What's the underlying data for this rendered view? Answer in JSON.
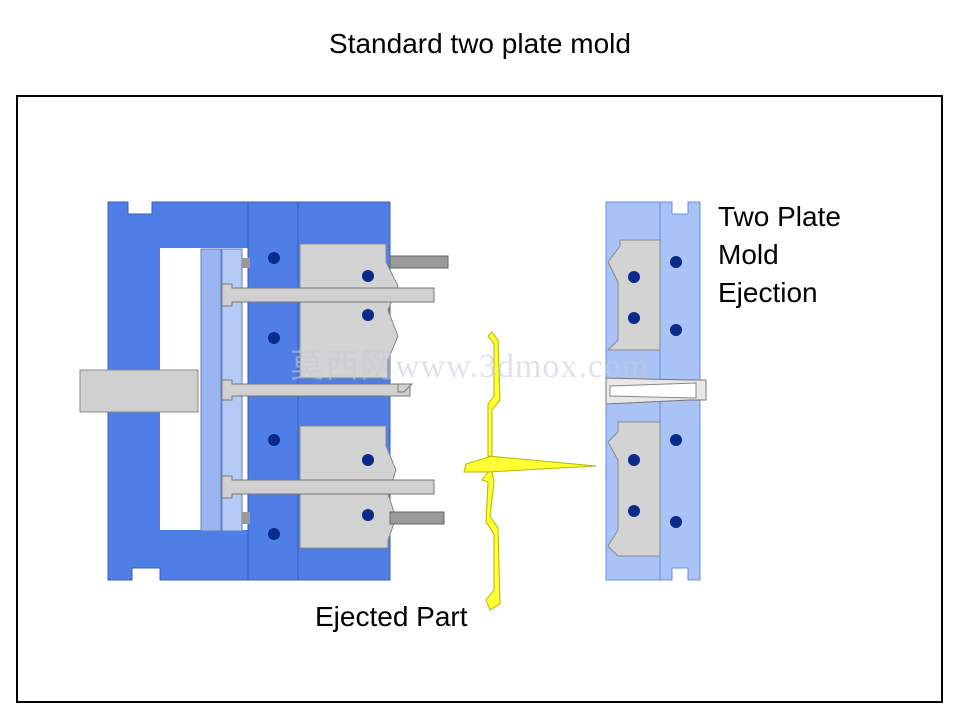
{
  "title": "Standard two plate mold",
  "labels": {
    "mold_ejection_lines": [
      "Two Plate",
      "Mold",
      "Ejection"
    ],
    "ejected_part": "Ejected Part"
  },
  "watermark": "莫西网www.3dmox.com",
  "colors": {
    "mold_blue": "#4f7fe6",
    "light_blue": "#a9c3f7",
    "plate_blue": "#9ab5ef",
    "steel_gray": "#d0d0d0",
    "pin_gray": "#999999",
    "part_yellow": "#ffff33",
    "part_outline": "#c8c800",
    "bolt_dot": "#0a2a8c",
    "frame": "#000000"
  }
}
